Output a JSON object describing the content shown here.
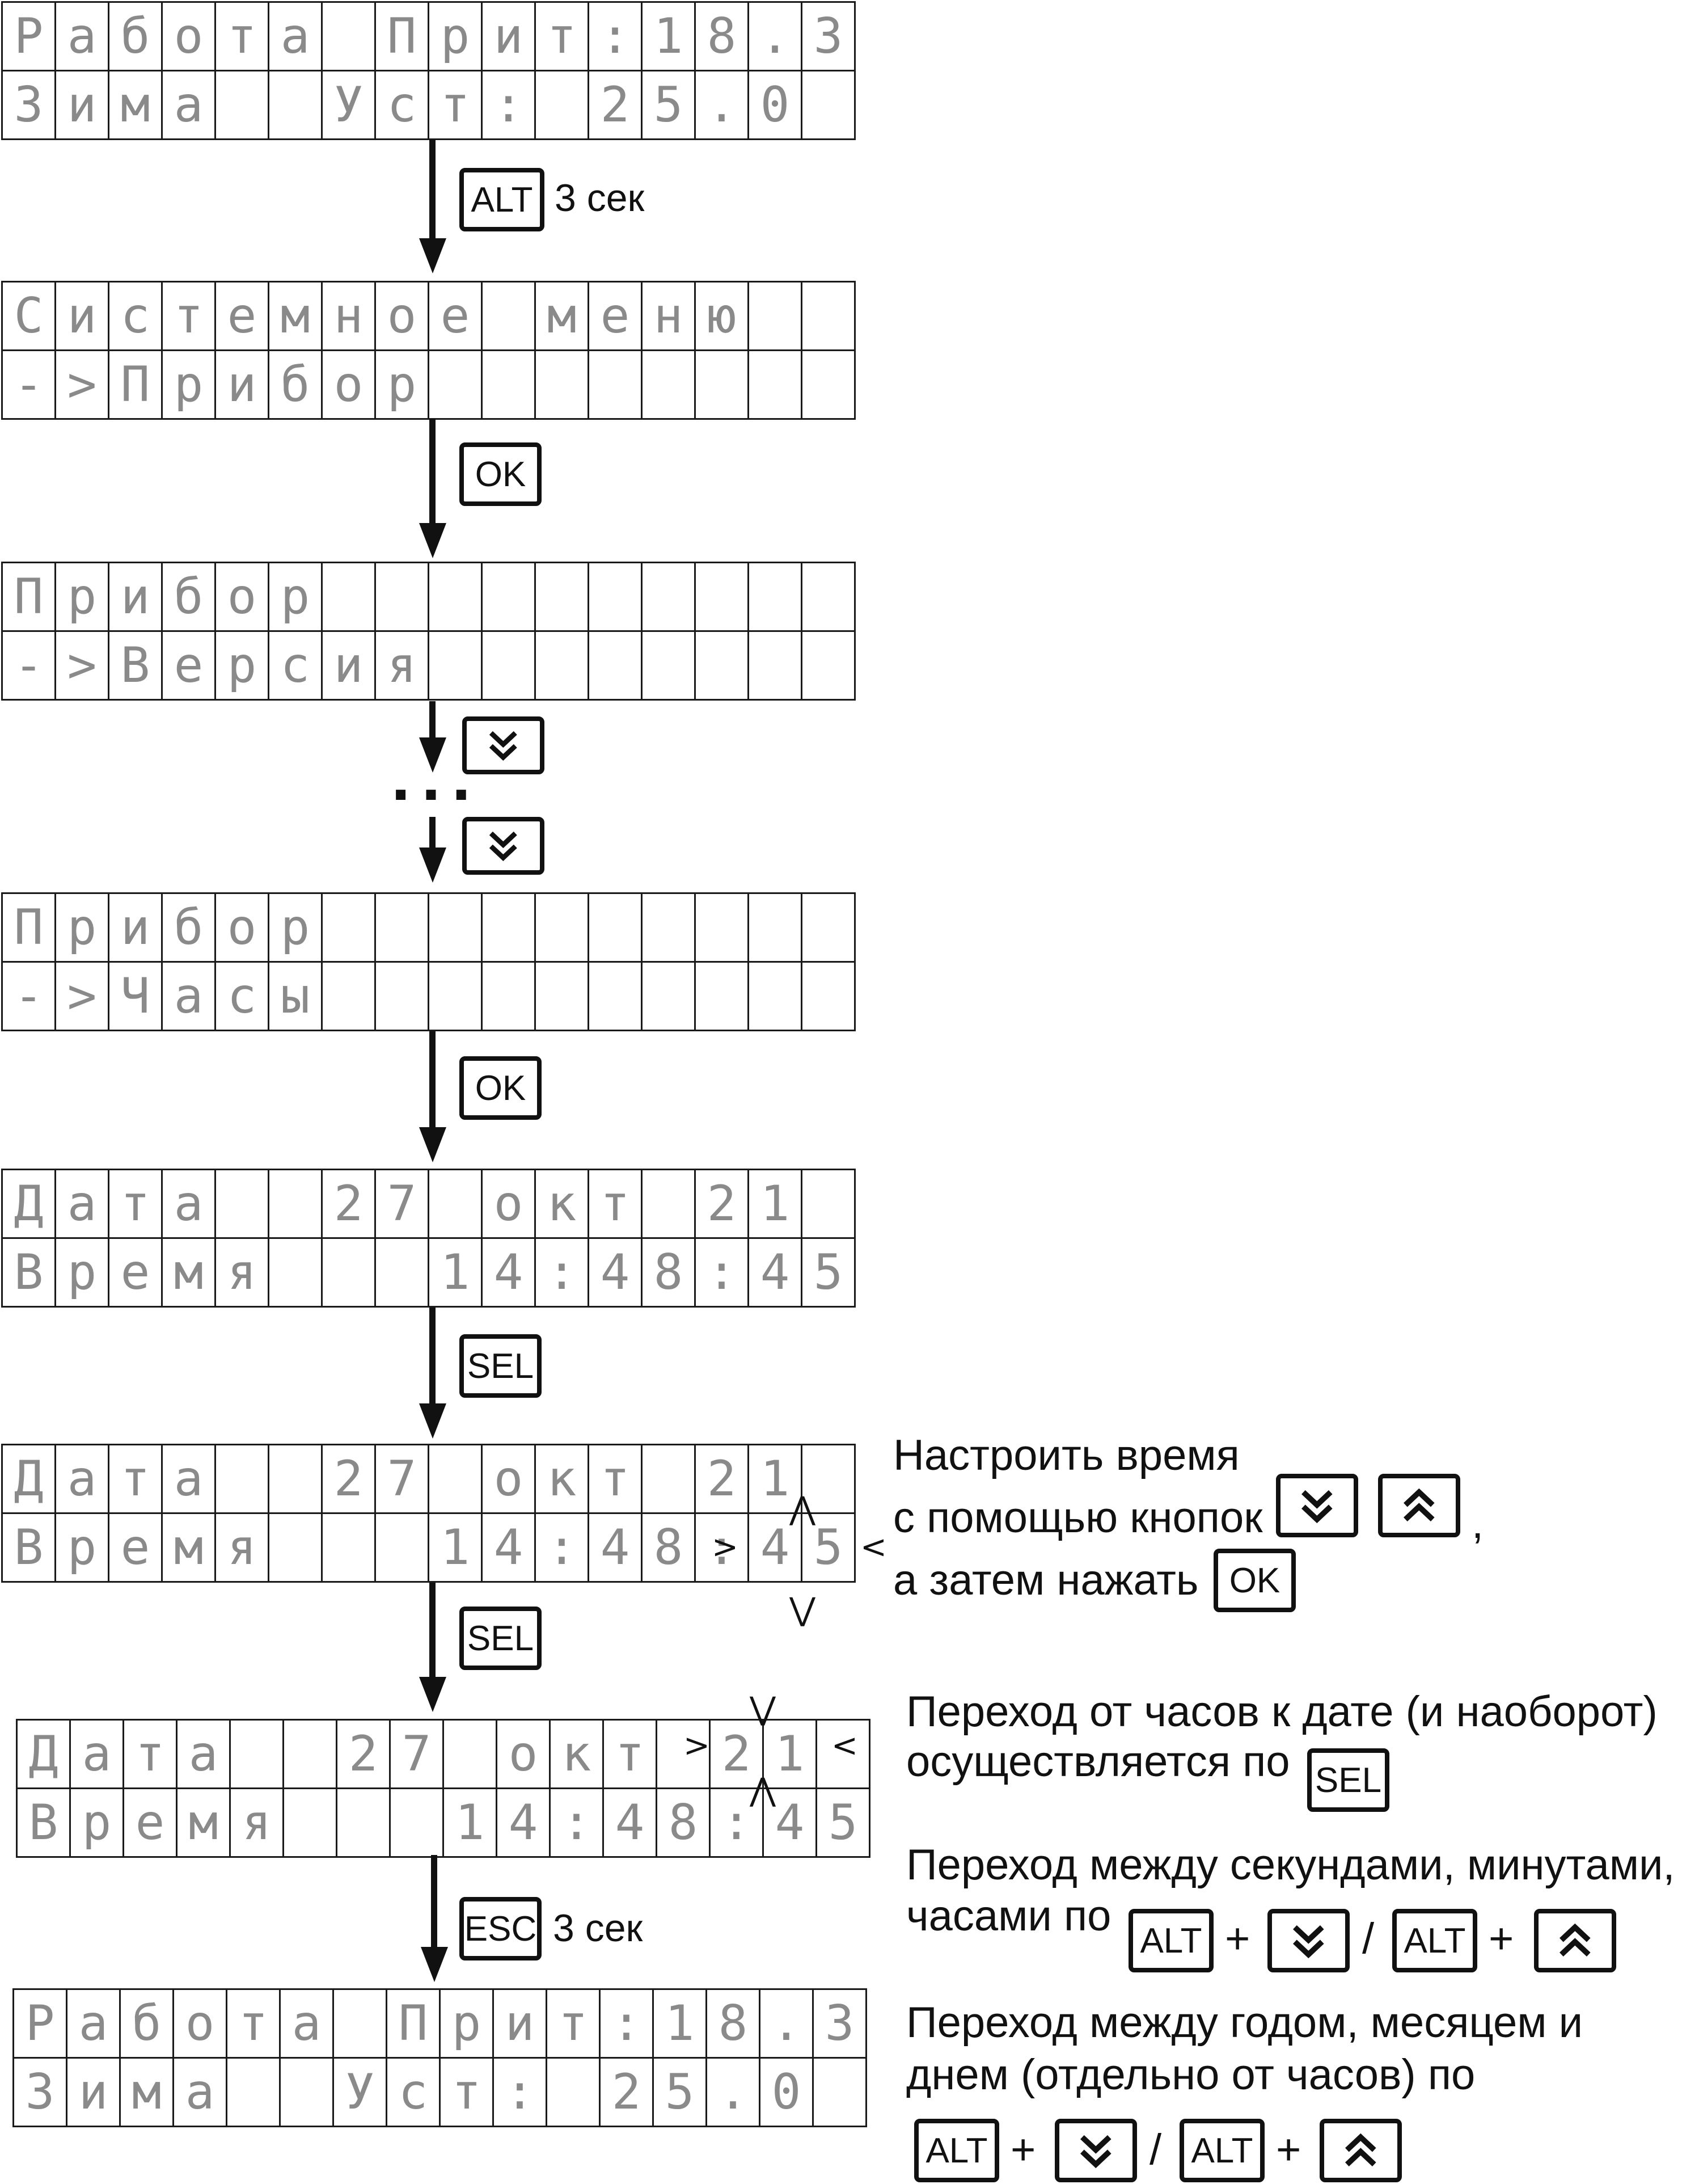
{
  "screens": [
    {
      "row1": [
        "Р",
        "а",
        "б",
        "о",
        "т",
        "а",
        " ",
        "П",
        "р",
        "и",
        "т",
        ":",
        "1",
        "8",
        ".",
        "3"
      ],
      "row2": [
        "З",
        "и",
        "м",
        "а",
        " ",
        " ",
        "У",
        "с",
        "т",
        ":",
        " ",
        "2",
        "5",
        ".",
        "0",
        " "
      ]
    },
    {
      "row1": [
        "С",
        "и",
        "с",
        "т",
        "е",
        "м",
        "н",
        "о",
        "е",
        " ",
        "м",
        "е",
        "н",
        "ю",
        " ",
        " "
      ],
      "row2": [
        "-",
        ">",
        "П",
        "р",
        "и",
        "б",
        "о",
        "р",
        " ",
        " ",
        " ",
        " ",
        " ",
        " ",
        " ",
        " "
      ]
    },
    {
      "row1": [
        "П",
        "р",
        "и",
        "б",
        "о",
        "р",
        " ",
        " ",
        " ",
        " ",
        " ",
        " ",
        " ",
        " ",
        " ",
        " "
      ],
      "row2": [
        "-",
        ">",
        "В",
        "е",
        "р",
        "с",
        "и",
        "я",
        " ",
        " ",
        " ",
        " ",
        " ",
        " ",
        " ",
        " "
      ]
    },
    {
      "row1": [
        "П",
        "р",
        "и",
        "б",
        "о",
        "р",
        " ",
        " ",
        " ",
        " ",
        " ",
        " ",
        " ",
        " ",
        " ",
        " "
      ],
      "row2": [
        "-",
        ">",
        "Ч",
        "а",
        "с",
        "ы",
        " ",
        " ",
        " ",
        " ",
        " ",
        " ",
        " ",
        " ",
        " ",
        " "
      ]
    },
    {
      "row1": [
        "Д",
        "а",
        "т",
        "а",
        " ",
        " ",
        "2",
        "7",
        " ",
        "о",
        "к",
        "т",
        " ",
        "2",
        "1",
        " "
      ],
      "row2": [
        "В",
        "р",
        "е",
        "м",
        "я",
        " ",
        " ",
        " ",
        "1",
        "4",
        ":",
        "4",
        "8",
        ":",
        "4",
        "5"
      ]
    },
    {
      "row1": [
        "Д",
        "а",
        "т",
        "а",
        " ",
        " ",
        "2",
        "7",
        " ",
        "о",
        "к",
        "т",
        " ",
        "2",
        "1",
        " "
      ],
      "row2": [
        "В",
        "р",
        "е",
        "м",
        "я",
        " ",
        " ",
        " ",
        "1",
        "4",
        ":",
        "4",
        "8",
        ":",
        "4",
        "5"
      ]
    },
    {
      "row1": [
        "Д",
        "а",
        "т",
        "а",
        " ",
        " ",
        "2",
        "7",
        " ",
        "о",
        "к",
        "т",
        " ",
        "2",
        "1",
        " "
      ],
      "row2": [
        "В",
        "р",
        "е",
        "м",
        "я",
        " ",
        " ",
        " ",
        "1",
        "4",
        ":",
        "4",
        "8",
        ":",
        "4",
        "5"
      ]
    },
    {
      "row1": [
        "Р",
        "а",
        "б",
        "о",
        "т",
        "а",
        " ",
        "П",
        "р",
        "и",
        "т",
        ":",
        "1",
        "8",
        ".",
        "3"
      ],
      "row2": [
        "З",
        "и",
        "м",
        "а",
        " ",
        " ",
        "У",
        "с",
        "т",
        ":",
        " ",
        "2",
        "5",
        ".",
        "0",
        " "
      ]
    }
  ],
  "steps": {
    "alt": "ALT",
    "three_sec": "3 сек",
    "ok": "OK",
    "ok2": "OK",
    "sel": "SEL",
    "sel2": "SEL",
    "esc": "ESC",
    "three_sec2": "3 сек",
    "ellipsis": "..."
  },
  "notes": {
    "set_time_1": "Настроить время",
    "set_time_2": "с помощью кнопок",
    "comma": ",",
    "set_time_3": "а затем нажать",
    "ok_key": "OK",
    "switch_date_1": "Переход от часов к дате (и наоборот)",
    "switch_date_2": "осуществляется по",
    "sel_key": "SEL",
    "switch_hms_1": "Переход между секундами, минутами,",
    "switch_hms_2": "часами по",
    "switch_ymd_1": "Переход между годом, месяцем и",
    "switch_ymd_2": "днем (отдельно от часов) по",
    "alt_key": "ALT",
    "plus": "+",
    "slash": "/"
  },
  "icons": {
    "down": "double-chevron-down-icon",
    "up": "double-chevron-up-icon"
  }
}
